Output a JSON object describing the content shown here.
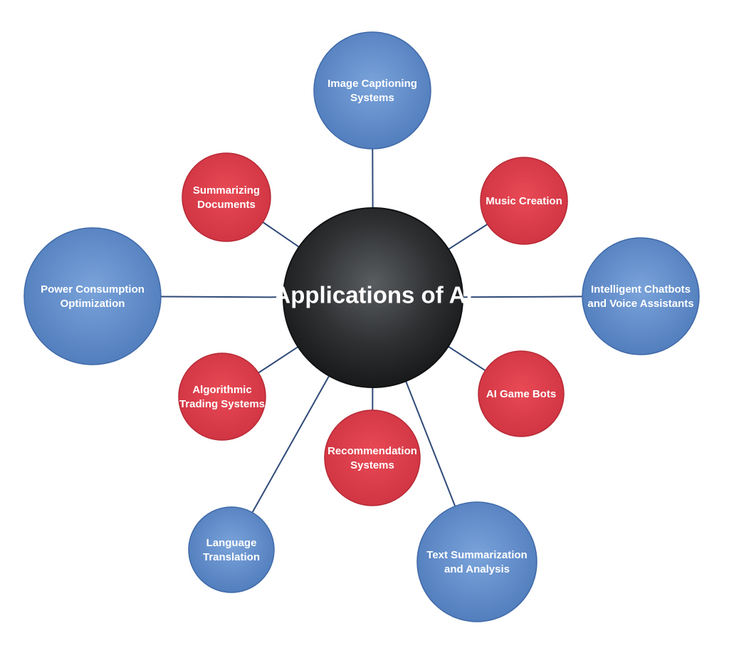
{
  "center": {
    "label": "Applications of AI"
  },
  "colors": {
    "blue": "#5b86c3",
    "blue_edge": "#3f69a8",
    "red": "#dc3a48",
    "red_edge": "#b62a36",
    "center": "#2b2b2b",
    "connector": "#2f4a78"
  },
  "nodes": [
    {
      "id": "image-captioning",
      "lines": [
        "Image Captioning",
        "Systems"
      ],
      "color": "blue"
    },
    {
      "id": "music-creation",
      "lines": [
        "Music Creation"
      ],
      "color": "red"
    },
    {
      "id": "intelligent-chatbots",
      "lines": [
        "Intelligent Chatbots",
        "and Voice Assistants"
      ],
      "color": "blue"
    },
    {
      "id": "ai-game-bots",
      "lines": [
        "AI Game Bots"
      ],
      "color": "red"
    },
    {
      "id": "text-summarization",
      "lines": [
        "Text Summarization",
        "and Analysis"
      ],
      "color": "blue"
    },
    {
      "id": "recommendation-systems",
      "lines": [
        "Recommendation",
        "Systems"
      ],
      "color": "red"
    },
    {
      "id": "language-translation",
      "lines": [
        "Language",
        "Translation"
      ],
      "color": "blue"
    },
    {
      "id": "algorithmic-trading",
      "lines": [
        "Algorithmic",
        "Trading Systems"
      ],
      "color": "red"
    },
    {
      "id": "power-consumption",
      "lines": [
        "Power Consumption",
        "Optimization"
      ],
      "color": "blue"
    },
    {
      "id": "summarizing-documents",
      "lines": [
        "Summarizing",
        "Documents"
      ],
      "color": "red"
    }
  ]
}
